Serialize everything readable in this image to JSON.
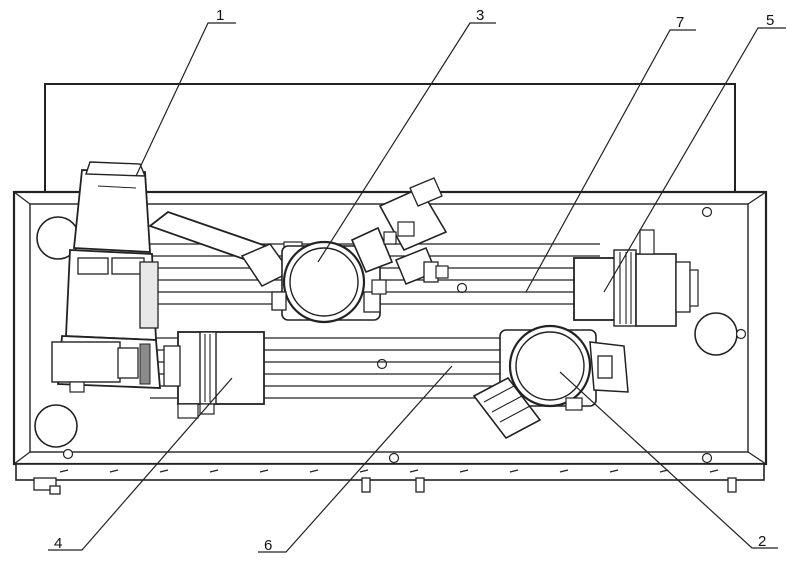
{
  "diagram": {
    "callouts": [
      {
        "id": "c1",
        "label": "1"
      },
      {
        "id": "c3",
        "label": "3"
      },
      {
        "id": "c7",
        "label": "7"
      },
      {
        "id": "c5",
        "label": "5"
      },
      {
        "id": "c4",
        "label": "4"
      },
      {
        "id": "c6",
        "label": "6"
      },
      {
        "id": "c2",
        "label": "2"
      }
    ]
  }
}
